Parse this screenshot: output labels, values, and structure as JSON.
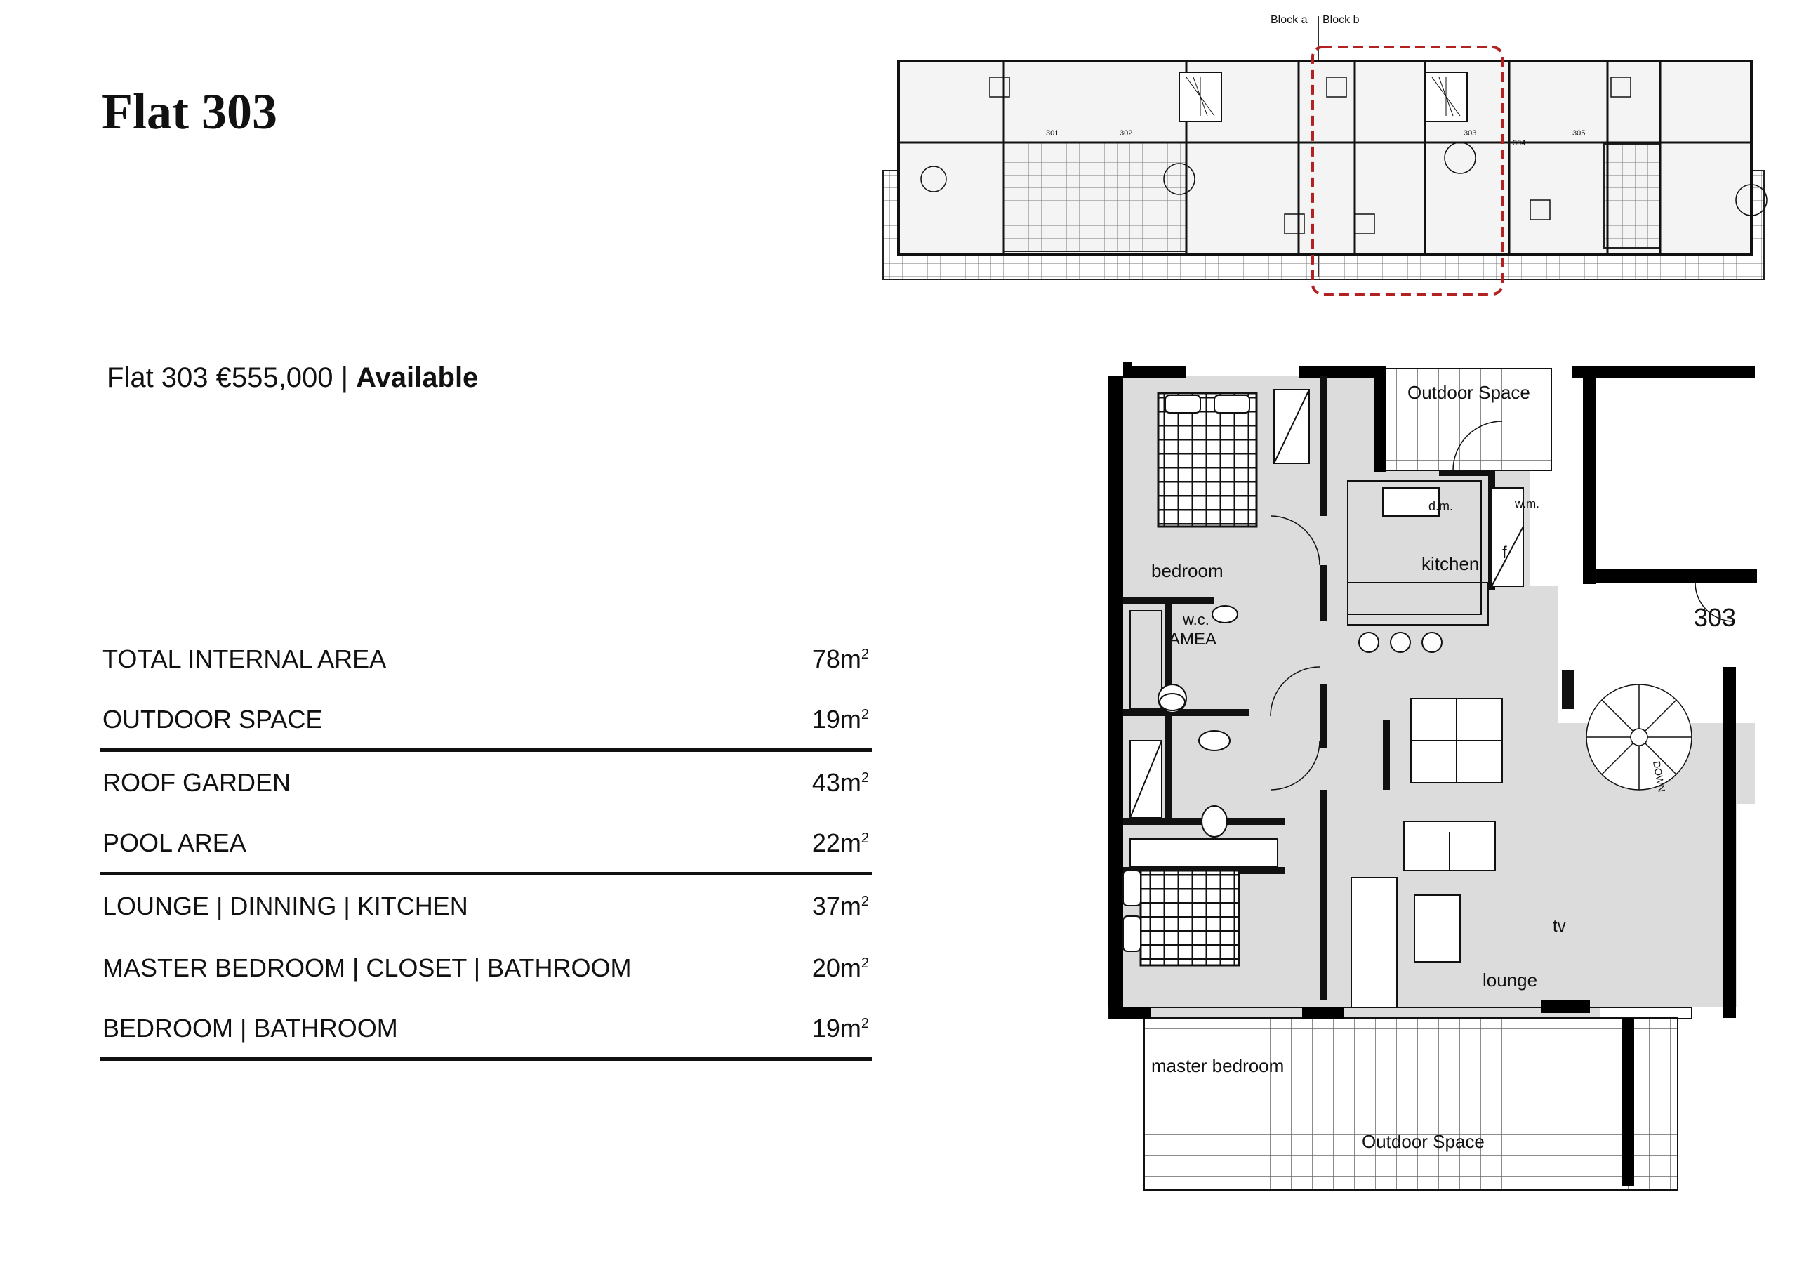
{
  "title": "Flat 303",
  "listing": {
    "flat_label": "Flat 303",
    "price": "€555,000",
    "separator": "|",
    "status": "Available"
  },
  "areas": [
    {
      "label": "TOTAL INTERNAL AREA",
      "value": "78m",
      "unit_exp": "2"
    },
    {
      "label": "OUTDOOR SPACE",
      "value": "19m",
      "unit_exp": "2"
    },
    {
      "label": "ROOF GARDEN",
      "value": "43m",
      "unit_exp": "2"
    },
    {
      "label": "POOL AREA",
      "value": "22m",
      "unit_exp": "2"
    },
    {
      "label": "LOUNGE | DINNING | KITCHEN",
      "value": "37m",
      "unit_exp": "2"
    },
    {
      "label": "MASTER BEDROOM | CLOSET | BATHROOM",
      "value": "20m",
      "unit_exp": "2"
    },
    {
      "label": "BEDROOM | BATHROOM",
      "value": "19m",
      "unit_exp": "2"
    }
  ],
  "site_plan": {
    "block_a": "Block a",
    "block_b": "Block b",
    "unit_labels": [
      "301",
      "302",
      "303",
      "304",
      "305"
    ],
    "highlight_color": "#b22222"
  },
  "floor_plan": {
    "unit_number": "303",
    "rooms": {
      "outdoor_top": "Outdoor Space",
      "bedroom": "bedroom",
      "kitchen": "kitchen",
      "dishwasher": "d.m.",
      "washing_machine": "w.m.",
      "fridge": "f",
      "wc": "w.c.",
      "amea": "AMEA",
      "tv": "tv",
      "lounge": "lounge",
      "master_bedroom": "master bedroom",
      "outdoor_bottom": "Outdoor Space",
      "stair_label": "DOWN"
    },
    "floor_fill": "#dcdcdc"
  }
}
